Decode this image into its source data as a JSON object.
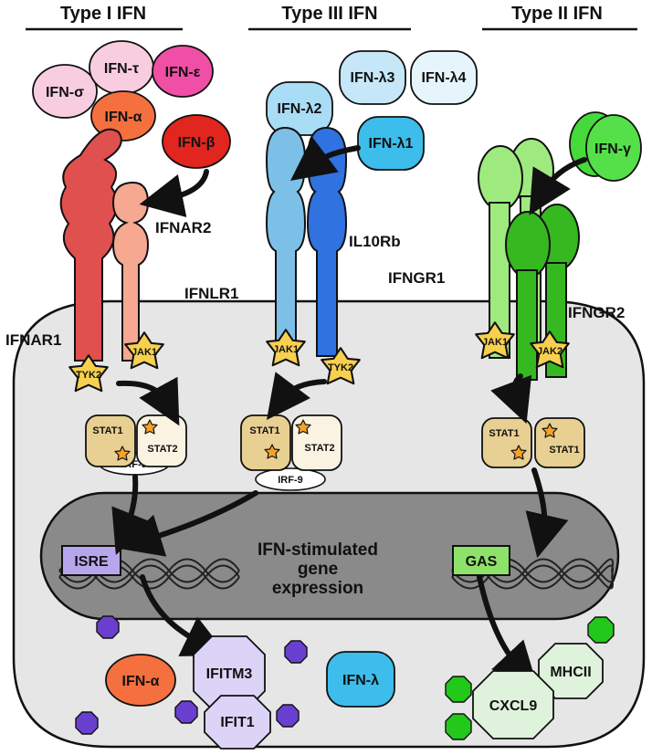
{
  "headers": {
    "type1": "Type I IFN",
    "type3": "Type III IFN",
    "type2": "Type II IFN"
  },
  "ligands": {
    "ifn_sigma": "IFN-σ",
    "ifn_tau": "IFN-τ",
    "ifn_epsilon": "IFN-ε",
    "ifn_alpha": "IFN-α",
    "ifn_beta": "IFN-β",
    "ifn_lambda2": "IFN-λ2",
    "ifn_lambda3": "IFN-λ3",
    "ifn_lambda4": "IFN-λ4",
    "ifn_lambda1": "IFN-λ1",
    "ifn_gamma": "IFN-γ"
  },
  "receptors": {
    "ifnar1": "IFNAR1",
    "ifnar2": "IFNAR2",
    "ifnlr1": "IFNLR1",
    "il10rb": "IL10Rb",
    "ifngr1": "IFNGR1",
    "ifngr2": "IFNGR2"
  },
  "kinases": {
    "jak1": "JAK1",
    "tyk2": "TYK2",
    "jak2": "JAK2"
  },
  "transcription": {
    "stat1": "STAT1",
    "stat2": "STAT2",
    "irf9": "IRF-9"
  },
  "nucleus": {
    "line1": "IFN-stimulated",
    "line2": "gene",
    "line3": "expression",
    "isre": "ISRE",
    "gas": "GAS"
  },
  "products": {
    "ifitm3": "IFITM3",
    "ifit1": "IFIT1",
    "ifn_alpha": "IFN-α",
    "ifn_lambda": "IFN-λ",
    "cxcl9": "CXCL9",
    "mhcii": "MHCII"
  },
  "colors": {
    "cell": "#e6e6e6",
    "nucleus": "#8a8a8a",
    "kinase": "#f7d04f",
    "stat1": "#e8cf92",
    "stat2": "#fbf3e2",
    "phospho": "#f4a12a",
    "ifnar1": "#e0504f",
    "ifnar2": "#f6a890",
    "ifnlr1": "#7cc0e8",
    "il10rb": "#2f72e0",
    "ifngr1": "#9eea7e",
    "ifngr2": "#36b820",
    "isre": "#b8a6ec",
    "gas": "#8de26a",
    "isre_product": "#dcd4f6",
    "gas_product": "#dff2dc",
    "purple_dot": "#6a3fcf",
    "green_dot": "#22c81a"
  }
}
